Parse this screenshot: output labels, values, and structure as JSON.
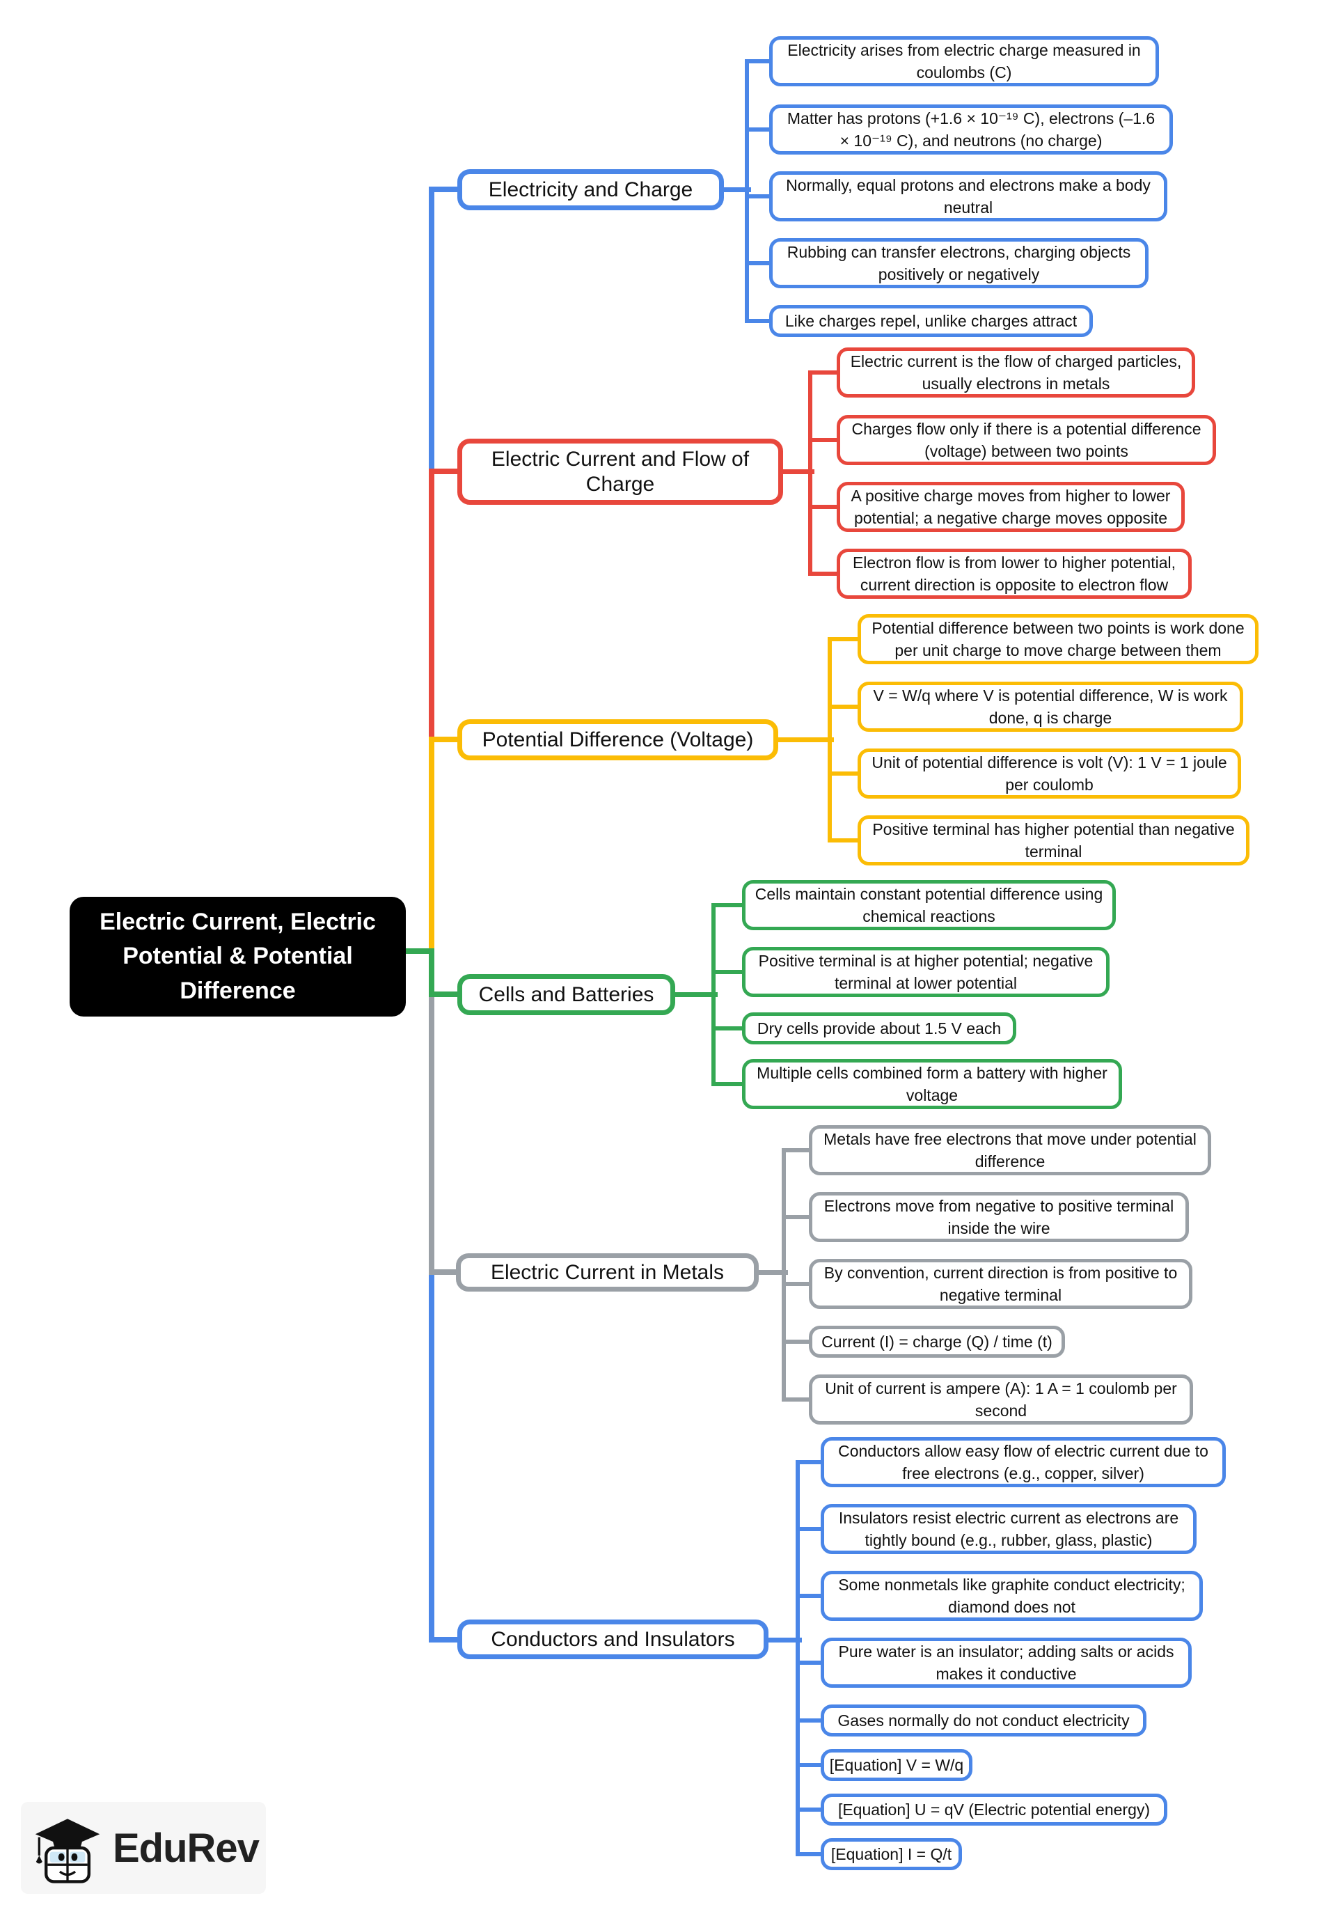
{
  "title": "Electric Current, Electric Potential & Potential Difference",
  "logo": {
    "text": "EduRev"
  },
  "colors": {
    "blue": "#4A86E8",
    "red": "#E8473C",
    "yellow": "#FBBC05",
    "green": "#34A853",
    "gray": "#9AA0A6",
    "central_bg": "#000000",
    "central_text": "#ffffff"
  },
  "branches": [
    {
      "label": "Electricity and Charge",
      "color": "#4A86E8",
      "leaves": [
        {
          "text": "Electricity arises from electric charge measured in coulombs (C)"
        },
        {
          "text": "Matter has protons (+1.6 × 10⁻¹⁹ C), electrons (–1.6 × 10⁻¹⁹ C), and neutrons (no charge)"
        },
        {
          "text": "Normally, equal protons and electrons make a body neutral"
        },
        {
          "text": "Rubbing can transfer electrons, charging objects positively or negatively"
        },
        {
          "text": "Like charges repel, unlike charges attract"
        }
      ]
    },
    {
      "label": "Electric Current and Flow of Charge",
      "color": "#E8473C",
      "leaves": [
        {
          "text": "Electric current is the flow of charged particles, usually electrons in metals"
        },
        {
          "text": "Charges flow only if there is a potential difference (voltage) between two points"
        },
        {
          "text": "A positive charge moves from higher to lower potential; a negative charge moves opposite"
        },
        {
          "text": "Electron flow is from lower to higher potential, current direction is opposite to electron flow"
        }
      ]
    },
    {
      "label": "Potential Difference (Voltage)",
      "color": "#FBBC05",
      "leaves": [
        {
          "text": "Potential difference between two points is work done per unit charge to move charge between them"
        },
        {
          "text": "V = W/q where V is potential difference, W is work done, q is charge"
        },
        {
          "text": "Unit of potential difference is volt (V): 1 V = 1 joule per coulomb"
        },
        {
          "text": "Positive terminal has higher potential than negative terminal"
        }
      ]
    },
    {
      "label": "Cells and Batteries",
      "color": "#34A853",
      "leaves": [
        {
          "text": "Cells maintain constant potential difference using chemical reactions"
        },
        {
          "text": "Positive terminal is at higher potential; negative terminal at lower potential"
        },
        {
          "text": "Dry cells provide about 1.5 V each"
        },
        {
          "text": "Multiple cells combined form a battery with higher voltage"
        }
      ]
    },
    {
      "label": "Electric Current in Metals",
      "color": "#9AA0A6",
      "leaves": [
        {
          "text": "Metals have free electrons that move under potential difference"
        },
        {
          "text": "Electrons move from negative to positive terminal inside the wire"
        },
        {
          "text": "By convention, current direction is from positive to negative terminal"
        },
        {
          "text": "Current (I) = charge (Q) / time (t)"
        },
        {
          "text": "Unit of current is ampere (A): 1 A = 1 coulomb per second"
        }
      ]
    },
    {
      "label": "Conductors and Insulators",
      "color": "#4A86E8",
      "leaves": [
        {
          "text": "Conductors allow easy flow of electric current due to free electrons (e.g., copper, silver)"
        },
        {
          "text": "Insulators resist electric current as electrons are tightly bound (e.g., rubber, glass, plastic)"
        },
        {
          "text": "Some nonmetals like graphite conduct electricity; diamond does not"
        },
        {
          "text": "Pure water is an insulator; adding salts or acids makes it conductive"
        },
        {
          "text": "Gases normally do not conduct electricity"
        },
        {
          "text": "[Equation] V = W/q"
        },
        {
          "text": "[Equation] U = qV (Electric potential energy)"
        },
        {
          "text": "[Equation] I = Q/t"
        }
      ]
    }
  ]
}
